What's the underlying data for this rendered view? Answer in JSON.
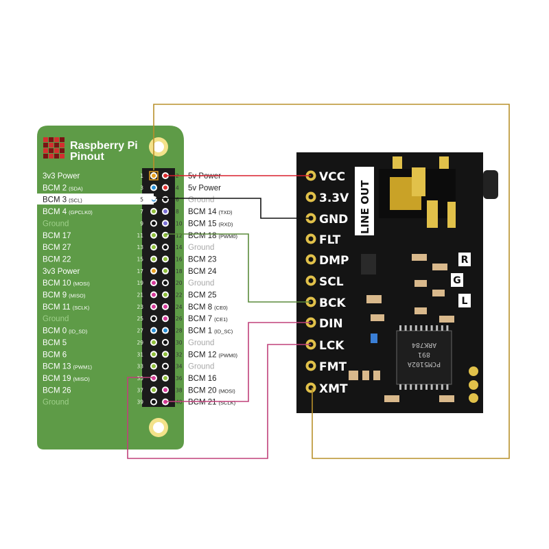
{
  "pi": {
    "title_line1": "Raspberry Pi",
    "title_line2": "Pinout",
    "board_color": "#5e9b47",
    "header_color": "#1b1b1b",
    "left_pins": [
      {
        "label": "3v3 Power",
        "sub": "",
        "num": "1",
        "color": "#e8a020",
        "dim": false
      },
      {
        "label": "BCM 2",
        "sub": "(SDA)",
        "num": "3",
        "color": "#2a8fd6",
        "dim": false
      },
      {
        "label": "BCM 3",
        "sub": "(SCL)",
        "num": "5",
        "color": "#2a8fd6",
        "dim": false,
        "highlight": true
      },
      {
        "label": "BCM 4",
        "sub": "(GPCLK0)",
        "num": "7",
        "color": "#8fbf3a",
        "dim": false
      },
      {
        "label": "Ground",
        "sub": "",
        "num": "9",
        "color": "#111111",
        "dim": true
      },
      {
        "label": "BCM 17",
        "sub": "",
        "num": "11",
        "color": "#8fbf3a",
        "dim": false
      },
      {
        "label": "BCM 27",
        "sub": "",
        "num": "13",
        "color": "#8fbf3a",
        "dim": false
      },
      {
        "label": "BCM 22",
        "sub": "",
        "num": "15",
        "color": "#8fbf3a",
        "dim": false
      },
      {
        "label": "3v3 Power",
        "sub": "",
        "num": "17",
        "color": "#e8a020",
        "dim": false
      },
      {
        "label": "BCM 10",
        "sub": "(MOSI)",
        "num": "19",
        "color": "#d63a9a",
        "dim": false
      },
      {
        "label": "BCM 9",
        "sub": "(MISO)",
        "num": "21",
        "color": "#d63a9a",
        "dim": false
      },
      {
        "label": "BCM 11",
        "sub": "(SCLK)",
        "num": "23",
        "color": "#d63a9a",
        "dim": false
      },
      {
        "label": "Ground",
        "sub": "",
        "num": "25",
        "color": "#111111",
        "dim": true
      },
      {
        "label": "BCM 0",
        "sub": "(ID_SD)",
        "num": "27",
        "color": "#2a8fd6",
        "dim": false
      },
      {
        "label": "BCM 5",
        "sub": "",
        "num": "29",
        "color": "#8fbf3a",
        "dim": false
      },
      {
        "label": "BCM 6",
        "sub": "",
        "num": "31",
        "color": "#8fbf3a",
        "dim": false
      },
      {
        "label": "BCM 13",
        "sub": "(PWM1)",
        "num": "33",
        "color": "#8fbf3a",
        "dim": false
      },
      {
        "label": "BCM 19",
        "sub": "(MISO)",
        "num": "35",
        "color": "#d63a9a",
        "dim": false
      },
      {
        "label": "BCM 26",
        "sub": "",
        "num": "37",
        "color": "#8fbf3a",
        "dim": false
      },
      {
        "label": "Ground",
        "sub": "",
        "num": "39",
        "color": "#111111",
        "dim": true
      }
    ],
    "right_pins": [
      {
        "label": "5v Power",
        "sub": "",
        "num": "2",
        "color": "#e03030",
        "dim": false
      },
      {
        "label": "5v Power",
        "sub": "",
        "num": "4",
        "color": "#e03030",
        "dim": false
      },
      {
        "label": "Ground",
        "sub": "",
        "num": "6",
        "color": "#111111",
        "dim": true
      },
      {
        "label": "BCM 14",
        "sub": "(TXD)",
        "num": "8",
        "color": "#7a6fd6",
        "dim": false
      },
      {
        "label": "BCM 15",
        "sub": "(RXD)",
        "num": "10",
        "color": "#7a6fd6",
        "dim": false
      },
      {
        "label": "BCM 18",
        "sub": "(PWM0)",
        "num": "12",
        "color": "#8fbf3a",
        "dim": false
      },
      {
        "label": "Ground",
        "sub": "",
        "num": "14",
        "color": "#111111",
        "dim": true
      },
      {
        "label": "BCM 23",
        "sub": "",
        "num": "16",
        "color": "#8fbf3a",
        "dim": false
      },
      {
        "label": "BCM 24",
        "sub": "",
        "num": "18",
        "color": "#8fbf3a",
        "dim": false
      },
      {
        "label": "Ground",
        "sub": "",
        "num": "20",
        "color": "#111111",
        "dim": true
      },
      {
        "label": "BCM 25",
        "sub": "",
        "num": "22",
        "color": "#8fbf3a",
        "dim": false
      },
      {
        "label": "BCM 8",
        "sub": "(CE0)",
        "num": "24",
        "color": "#d63a9a",
        "dim": false
      },
      {
        "label": "BCM 7",
        "sub": "(CE1)",
        "num": "26",
        "color": "#d63a9a",
        "dim": false
      },
      {
        "label": "BCM 1",
        "sub": "(ID_SC)",
        "num": "28",
        "color": "#2a8fd6",
        "dim": false
      },
      {
        "label": "Ground",
        "sub": "",
        "num": "30",
        "color": "#111111",
        "dim": true
      },
      {
        "label": "BCM 12",
        "sub": "(PWM0)",
        "num": "32",
        "color": "#8fbf3a",
        "dim": false
      },
      {
        "label": "Ground",
        "sub": "",
        "num": "34",
        "color": "#111111",
        "dim": true
      },
      {
        "label": "BCM 16",
        "sub": "",
        "num": "36",
        "color": "#8fbf3a",
        "dim": false
      },
      {
        "label": "BCM 20",
        "sub": "(MOSI)",
        "num": "38",
        "color": "#d63a9a",
        "dim": false
      },
      {
        "label": "BCM 21",
        "sub": "(SCLK)",
        "num": "40",
        "color": "#d63a9a",
        "dim": false
      }
    ]
  },
  "dac": {
    "pins": [
      "VCC",
      "3.3V",
      "GND",
      "FLT",
      "DMP",
      "SCL",
      "BCK",
      "DIN",
      "LCK",
      "FMT",
      "XMT"
    ],
    "line_out_label": "LINE OUT",
    "channel_labels": [
      "R",
      "G",
      "L"
    ],
    "chip_lines": [
      "ARK784",
      "891",
      "PCM5102A"
    ]
  },
  "wires": [
    {
      "from": "5v Power",
      "to": "VCC",
      "color": "#d81e2c"
    },
    {
      "from": "Ground",
      "to": "GND",
      "color": "#111111"
    },
    {
      "from": "BCM 18 (PWM0)",
      "to": "BCK",
      "color": "#5a8a3a"
    },
    {
      "from": "BCM 21 (SCLK)",
      "to": "DIN",
      "color": "#c0407a"
    },
    {
      "from": "BCM 19 (MISO)",
      "to": "LCK",
      "color": "#c0407a"
    },
    {
      "from": "3v3 Power",
      "to": "XMT",
      "color": "#b8902a"
    }
  ]
}
